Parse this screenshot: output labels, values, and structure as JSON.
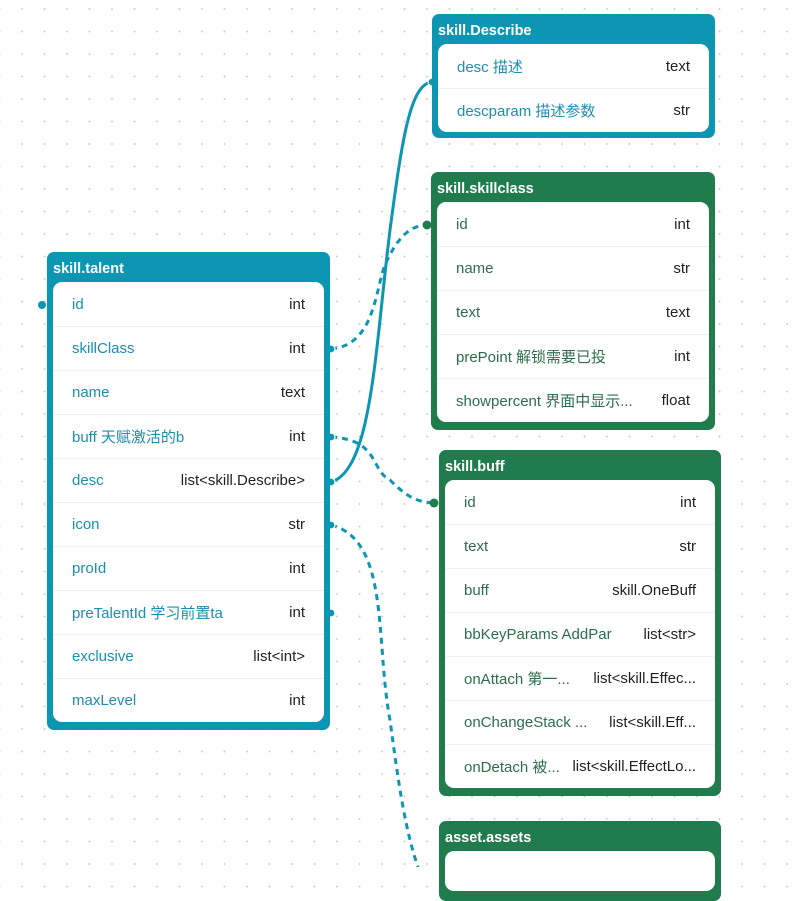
{
  "colors": {
    "blue": "#0d96b2",
    "green": "#217c4d",
    "field_blue": "#1a8fae",
    "field_green": "#2c6e4a"
  },
  "tables": {
    "describe": {
      "title": "skill.Describe",
      "fields": [
        {
          "name": "desc 描述",
          "type": "text"
        },
        {
          "name": "descparam 描述参数",
          "type": "str"
        }
      ]
    },
    "skillclass": {
      "title": "skill.skillclass",
      "fields": [
        {
          "name": "id",
          "type": "int"
        },
        {
          "name": "name",
          "type": "str"
        },
        {
          "name": "text",
          "type": "text"
        },
        {
          "name": "prePoint 解锁需要已投",
          "type": "int"
        },
        {
          "name": "showpercent 界面中显示...",
          "type": "float"
        }
      ]
    },
    "talent": {
      "title": "skill.talent",
      "fields": [
        {
          "name": "id",
          "type": "int"
        },
        {
          "name": "skillClass",
          "type": "int"
        },
        {
          "name": "name",
          "type": "text"
        },
        {
          "name": "buff 天赋激活的b",
          "type": "int"
        },
        {
          "name": "desc",
          "type": "list<skill.Describe>"
        },
        {
          "name": "icon",
          "type": "str"
        },
        {
          "name": "proId",
          "type": "int"
        },
        {
          "name": "preTalentId 学习前置ta",
          "type": "int"
        },
        {
          "name": "exclusive",
          "type": "list<int>"
        },
        {
          "name": "maxLevel",
          "type": "int"
        }
      ]
    },
    "buff": {
      "title": "skill.buff",
      "fields": [
        {
          "name": "id",
          "type": "int"
        },
        {
          "name": "text",
          "type": "str"
        },
        {
          "name": "buff",
          "type": "skill.OneBuff"
        },
        {
          "name": "bbKeyParams AddPar",
          "type": "list<str>"
        },
        {
          "name": "onAttach 第一...",
          "type": "list<skill.Effec..."
        },
        {
          "name": "onChangeStack ...",
          "type": "list<skill.Eff..."
        },
        {
          "name": "onDetach 被...",
          "type": "list<skill.EffectLo..."
        }
      ]
    },
    "assets": {
      "title": "asset.assets",
      "fields": []
    }
  },
  "relations": [
    {
      "from": "skill.talent.desc",
      "to": "skill.Describe",
      "style": "solid"
    },
    {
      "from": "skill.talent.skillClass",
      "to": "skill.skillclass",
      "style": "dashed"
    },
    {
      "from": "skill.talent.buff",
      "to": "skill.buff",
      "style": "dashed"
    },
    {
      "from": "skill.talent.icon",
      "to": "asset.assets",
      "style": "dashed"
    }
  ]
}
